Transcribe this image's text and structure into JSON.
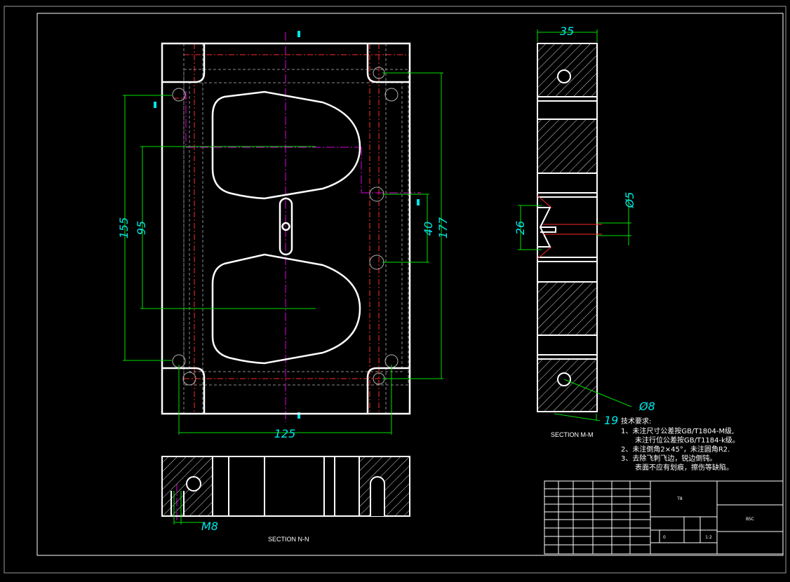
{
  "dimensions": {
    "top_width": "35",
    "dia_5": "Ø5",
    "height_26": "26",
    "dim_40": "40",
    "dim_177": "177",
    "dim_155": "155",
    "dim_95": "95",
    "dim_125": "125",
    "dim_19": "19",
    "dia_8": "Ø8",
    "thread_m8": "M8"
  },
  "section_labels": {
    "side": "SECTION M-M",
    "bottom": "SECTION N-N"
  },
  "technical_notes": {
    "heading": "技术要求:",
    "line1": "1、未注尺寸公差按GB/T1804-M级,",
    "line2": "未注行位公差按GB/T1184-k级。",
    "line3": "2、未注倒角2×45°，未注圆角R2.",
    "line4": "3、去除飞刺飞边，锐边倒钝。",
    "line5": "表面不应有划痕，擦伤等缺陷。"
  },
  "title_block": {
    "material": "T8",
    "part_no": "BSC",
    "scale": "1:2",
    "sheet": "0"
  },
  "colors": {
    "outline": "#ffffff",
    "dimension": "#00e000",
    "dim_text": "#00e8e8",
    "center": "#e000e0",
    "hidden": "#ff2a2a",
    "gray": "#9a9a9a"
  }
}
